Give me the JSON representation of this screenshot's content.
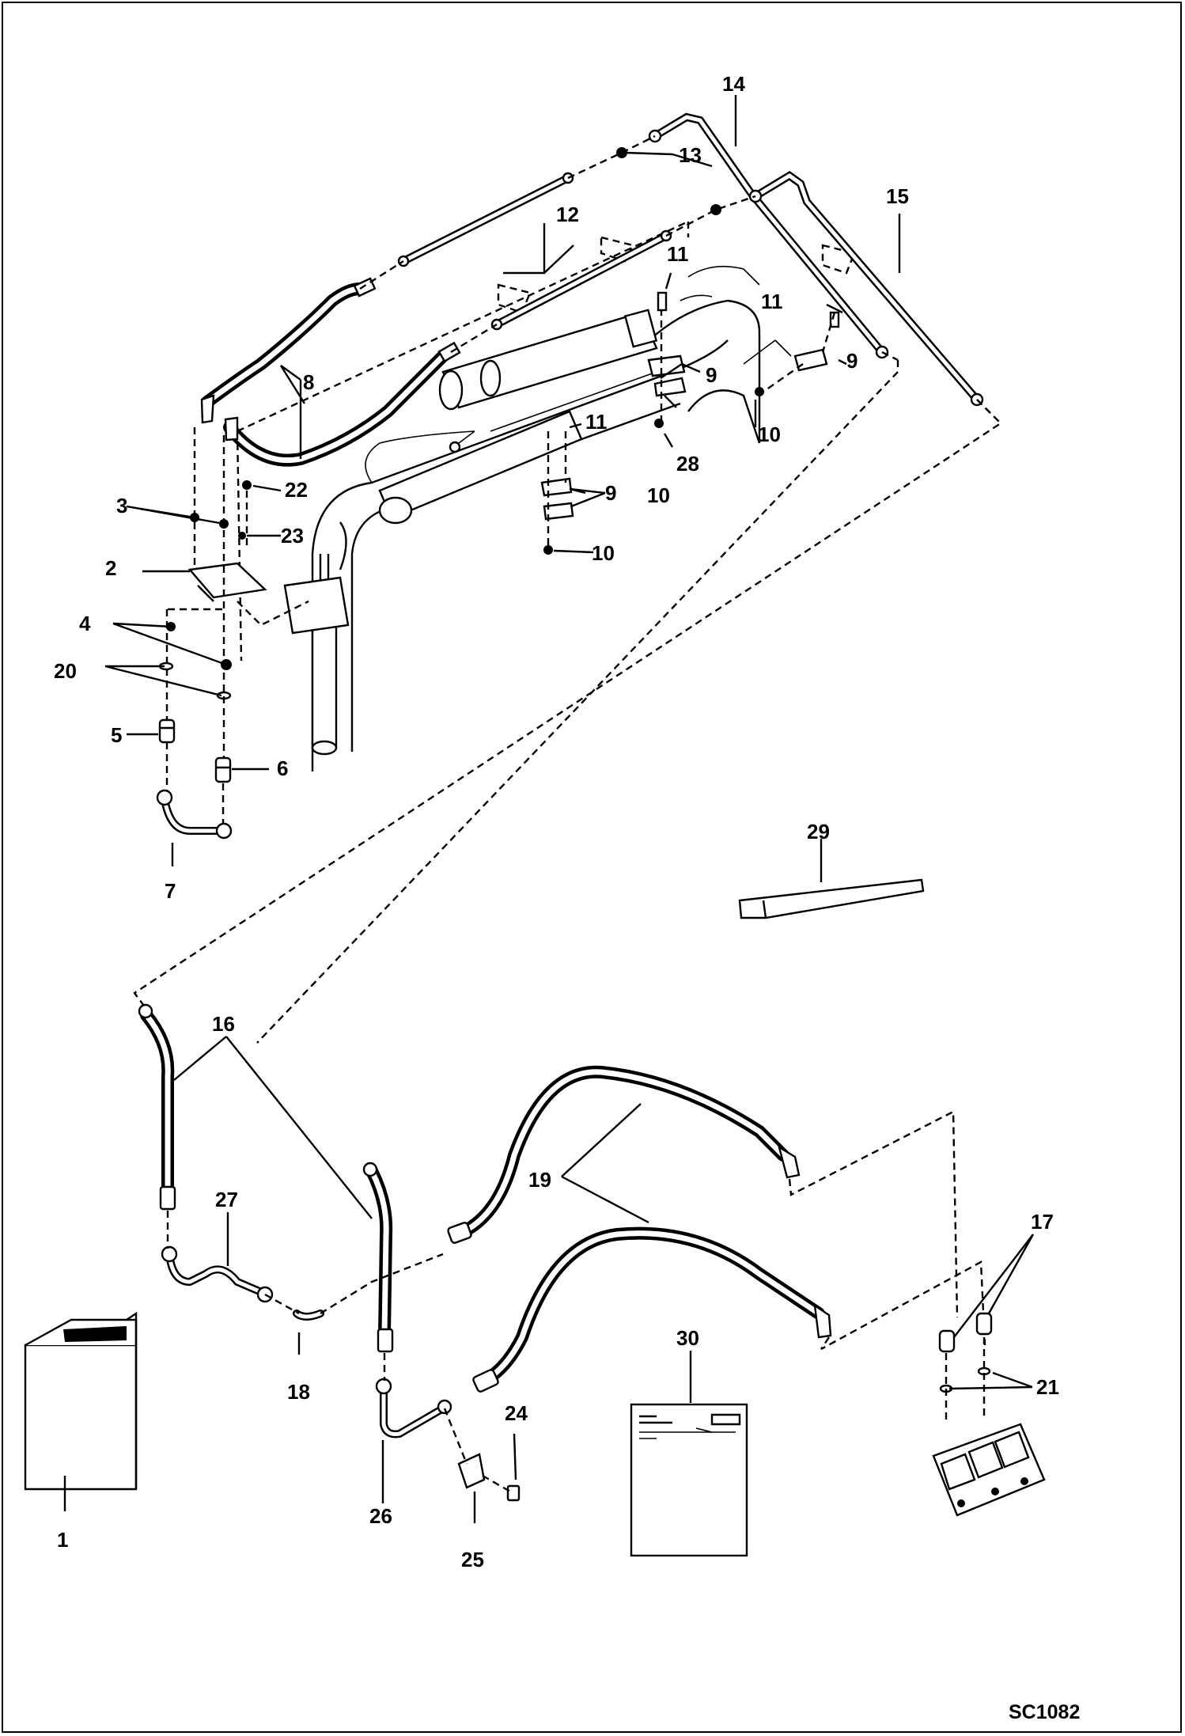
{
  "drawing_code": "SC1082",
  "callouts": [
    "1",
    "2",
    "3",
    "4",
    "5",
    "6",
    "7",
    "8",
    "9",
    "10",
    "11",
    "12",
    "13",
    "14",
    "15",
    "16",
    "17",
    "18",
    "19",
    "20",
    "21",
    "22",
    "23",
    "24",
    "25",
    "26",
    "27",
    "28",
    "29",
    "30"
  ]
}
